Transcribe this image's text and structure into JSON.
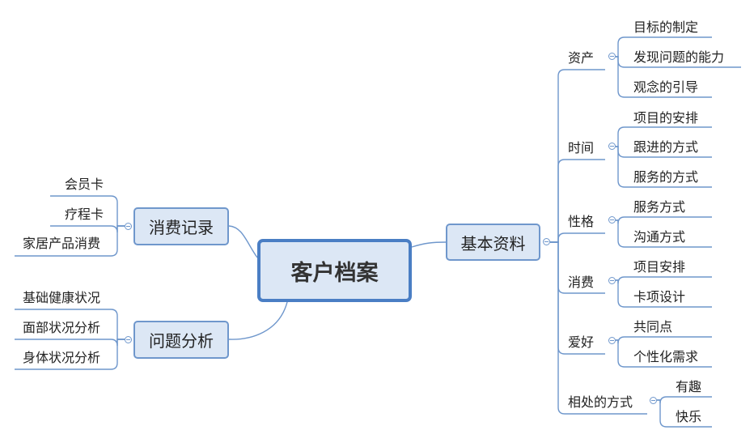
{
  "root": "客户档案",
  "left": {
    "consumption": {
      "label": "消费记录",
      "items": [
        "会员卡",
        "疗程卡",
        "家居产品消费"
      ]
    },
    "problems": {
      "label": "问题分析",
      "items": [
        "基础健康状况",
        "面部状况分析",
        "身体状况分析"
      ]
    }
  },
  "right": {
    "label": "基本资料",
    "groups": [
      {
        "label": "资产",
        "items": [
          "目标的制定",
          "发现问题的能力",
          "观念的引导"
        ]
      },
      {
        "label": "时间",
        "items": [
          "项目的安排",
          "跟进的方式",
          "服务的方式"
        ]
      },
      {
        "label": "性格",
        "items": [
          "服务方式",
          "沟通方式"
        ]
      },
      {
        "label": "消费",
        "items": [
          "项目安排",
          "卡项设计"
        ]
      },
      {
        "label": "爱好",
        "items": [
          "共同点",
          "个性化需求"
        ]
      },
      {
        "label": "相处的方式",
        "items": [
          "有趣",
          "快乐"
        ]
      }
    ]
  },
  "colors": {
    "line": "#6f97cc",
    "box_fill": "#dce7f5",
    "root_border": "#4a7ec4"
  }
}
